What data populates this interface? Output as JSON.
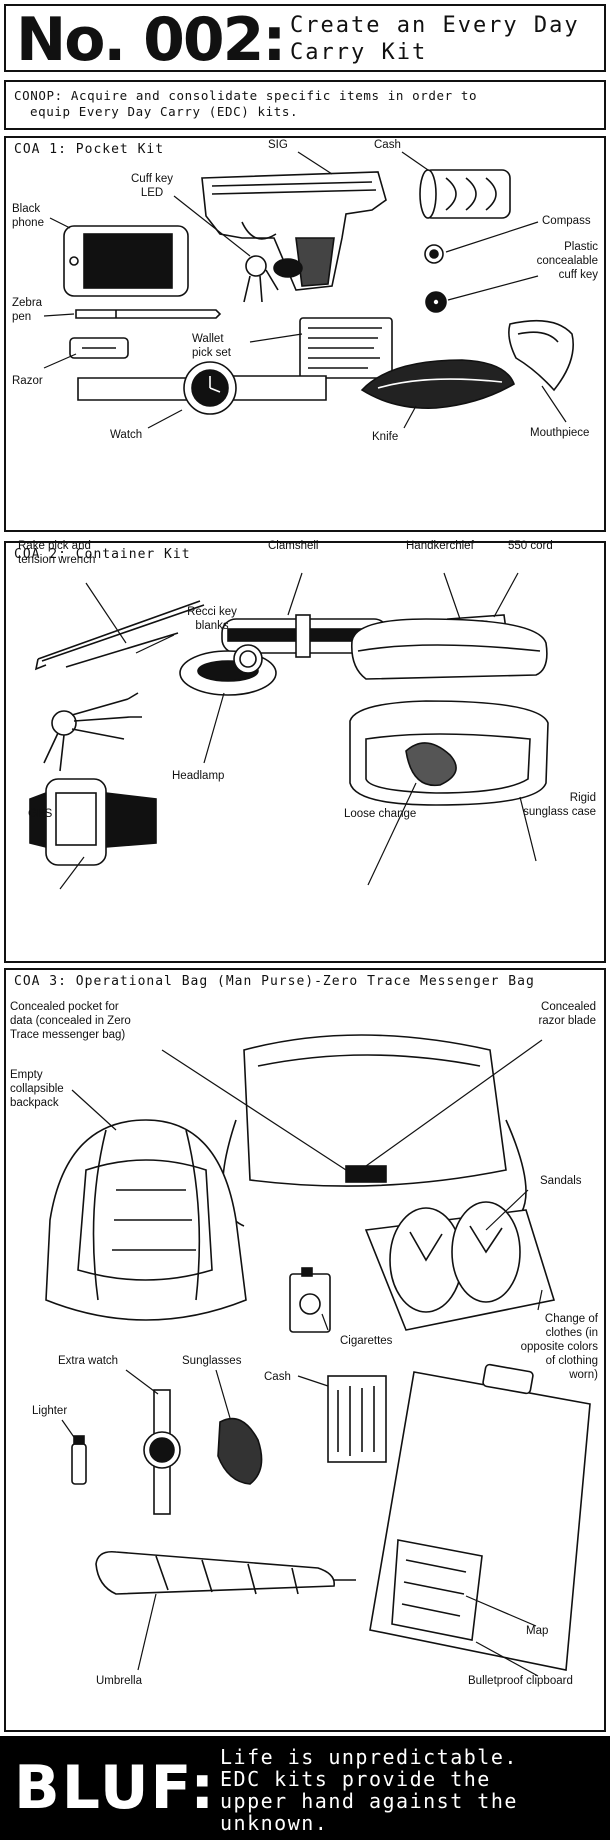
{
  "header": {
    "number": "No. 002:",
    "title_line1": "Create an Every Day",
    "title_line2": "Carry Kit"
  },
  "conop": {
    "line1": "CONOP: Acquire and consolidate specific items in order to",
    "line2": "equip Every Day Carry (EDC) kits."
  },
  "coa1": {
    "title": "COA 1: Pocket Kit",
    "labels": {
      "sig": "SIG",
      "cash": "Cash",
      "cuff_key_led_1": "Cuff key",
      "cuff_key_led_2": "LED",
      "black_phone_1": "Black",
      "black_phone_2": "phone",
      "compass": "Compass",
      "plastic_1": "Plastic",
      "plastic_2": "concealable",
      "plastic_3": "cuff key",
      "zebra_1": "Zebra",
      "zebra_2": "pen",
      "wallet_1": "Wallet",
      "wallet_2": "pick set",
      "razor": "Razor",
      "watch": "Watch",
      "knife": "Knife",
      "mouthpiece": "Mouthpiece"
    }
  },
  "coa2": {
    "title": "COA 2: Container Kit",
    "labels": {
      "rake_1": "Rake pick and",
      "rake_2": "tension wrench",
      "clamshell": "Clamshell",
      "handkerchief": "Handkerchief",
      "cord": "550 cord",
      "recci_1": "Recci key",
      "recci_2": "blanks",
      "headlamp": "Headlamp",
      "gps": "GPS",
      "loose_change": "Loose change",
      "rigid_1": "Rigid",
      "rigid_2": "sunglass case"
    }
  },
  "coa3": {
    "title": "COA 3: Operational Bag (Man Purse)-Zero Trace Messenger Bag",
    "labels": {
      "pocket_1": "Concealed pocket for",
      "pocket_2": "data (concealed in Zero",
      "pocket_3": "Trace messenger bag)",
      "razor_blade_1": "Concealed",
      "razor_blade_2": "razor blade",
      "backpack_1": "Empty",
      "backpack_2": "collapsible",
      "backpack_3": "backpack",
      "sandals": "Sandals",
      "change_1": "Change of",
      "change_2": "clothes (in",
      "change_3": "opposite colors",
      "change_4": "of clothing",
      "change_5": "worn)",
      "cigarettes": "Cigarettes",
      "extra_watch": "Extra watch",
      "sunglasses": "Sunglasses",
      "cash": "Cash",
      "lighter": "Lighter",
      "map": "Map",
      "umbrella": "Umbrella",
      "clipboard": "Bulletproof clipboard"
    }
  },
  "bluf": {
    "word": "BLUF:",
    "line1": "Life is unpredictable.",
    "line2": "EDC kits provide the",
    "line3": "upper hand against the",
    "line4": "unknown."
  }
}
